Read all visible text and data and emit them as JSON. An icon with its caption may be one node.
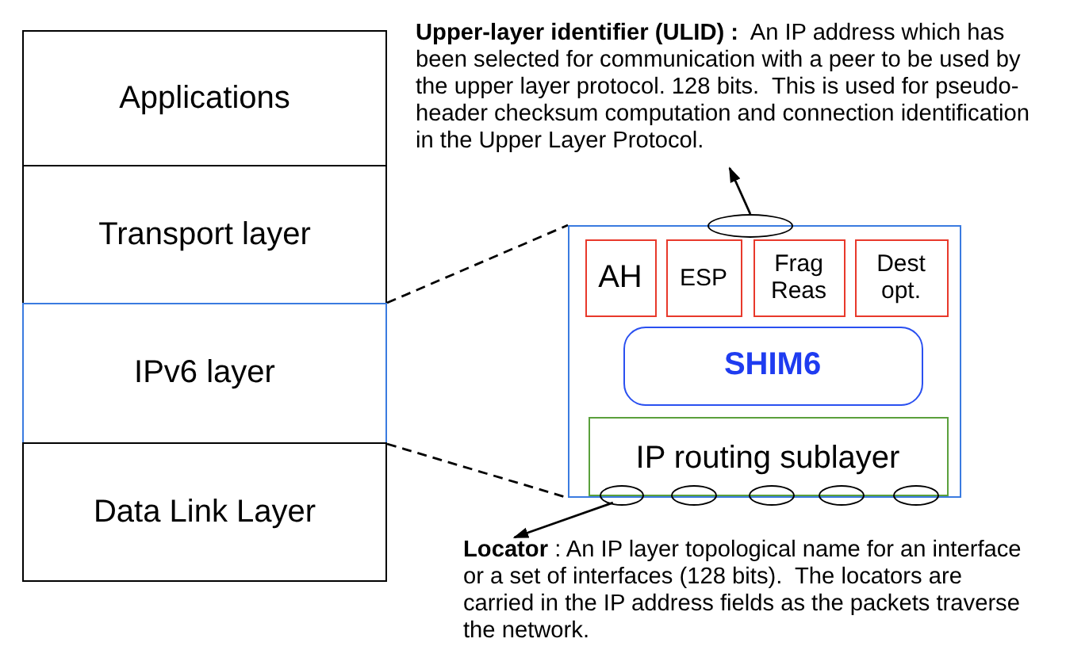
{
  "diagram": {
    "nodes": [
      {
        "text": [
          "Applications"
        ]
      },
      {
        "text": [
          "Transport layer"
        ]
      },
      {
        "text": [
          "IPv6 layer"
        ]
      },
      {
        "text": [
          "Data Link Layer"
        ]
      },
      {
        "text": [],
        "shape": "box"
      },
      {
        "text": [
          "AH"
        ],
        "in": 4
      },
      {
        "text": [
          "ESP"
        ],
        "in": 4
      },
      {
        "text": [
          "Frag Reas"
        ],
        "in": 4
      },
      {
        "text": [
          "Dest opt."
        ],
        "in": 4
      },
      {
        "text": [
          "SHIM6"
        ],
        "in": 4
      },
      {
        "text": [
          "IP routing sublayer"
        ],
        "in": 4
      },
      {
        "text": [],
        "shape": "ellipse"
      },
      {
        "text": [],
        "shape": "ellipse"
      },
      {
        "text": [],
        "shape": "ellipse"
      },
      {
        "text": [],
        "shape": "ellipse"
      },
      {
        "text": [],
        "shape": "ellipse"
      },
      {
        "text": [],
        "shape": "ellipse"
      },
      {
        "text": [
          "**Upper-layer identifier (ULID) :**  An IP address which has been selected for communication with a peer to be used by the upper layer protocol. 128 bits.  This is used for pseudo-header checksum computation and connection identification in the Upper Layer Protocol."
        ]
      },
      {
        "text": [
          "**Locator** : An IP layer topological name for an interface or a set of interfaces (128 bits).  The locators are carried in the IP address fields as the packets traverse the network."
        ]
      }
    ],
    "edges": [
      {
        "from": 2,
        "to": 4,
        "arrow": "none",
        "style": "dashed"
      },
      {
        "from": 2,
        "to": 4,
        "arrow": "none",
        "style": "dashed"
      },
      {
        "from": 11,
        "to": 17,
        "arrow": "to"
      },
      {
        "from": 12,
        "to": 18,
        "arrow": "to"
      }
    ]
  }
}
